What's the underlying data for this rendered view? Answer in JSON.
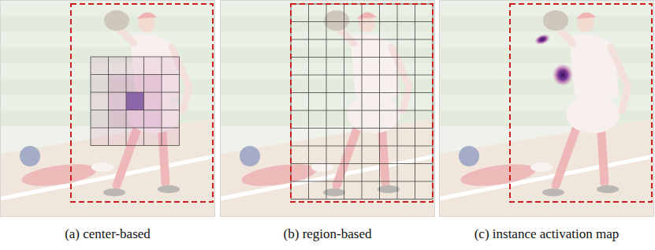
{
  "diagram": {
    "labels": [
      "(a) center-based",
      "(b) region-based",
      "(c) instance activation map"
    ]
  }
}
